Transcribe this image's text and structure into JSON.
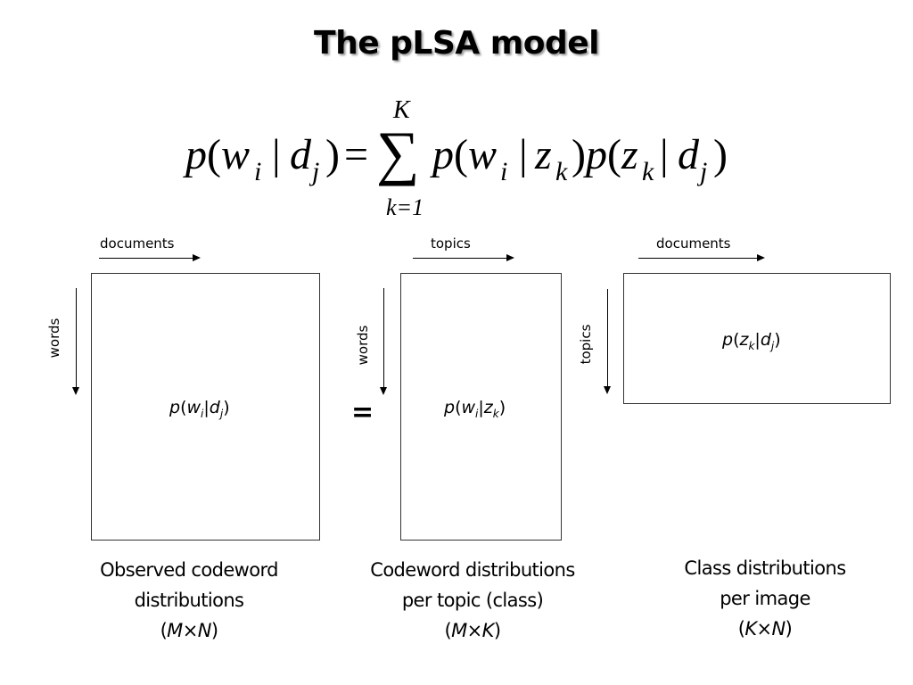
{
  "slide": {
    "title": "The pLSA model",
    "equation": {
      "lhs": "p(w_i | d_j)",
      "equals": "=",
      "sum_upper": "K",
      "sum_lower": "k=1",
      "sum_symbol": "∑",
      "rhs": "p(w_i | z_k) p(z_k | d_j)",
      "tokens": {
        "p": "p",
        "open": "(",
        "close": ")",
        "bar": "|",
        "w": "w",
        "d": "d",
        "z": "z",
        "i": "i",
        "j": "j",
        "k": "k"
      }
    },
    "matrices": [
      {
        "id": "observed",
        "top_label": "documents",
        "side_label": "words",
        "formula": {
          "p": "p",
          "a": "w",
          "a_sub": "i",
          "b": "d",
          "b_sub": "j"
        },
        "caption": [
          "Observed codeword",
          "distributions"
        ],
        "dims": {
          "a": "M",
          "x": "×",
          "b": "N"
        }
      },
      {
        "id": "codeword-per-topic",
        "top_label": "topics",
        "side_label": "words",
        "formula": {
          "p": "p",
          "a": "w",
          "a_sub": "i",
          "b": "z",
          "b_sub": "k"
        },
        "caption": [
          "Codeword distributions",
          "per topic (class)"
        ],
        "dims": {
          "a": "M",
          "x": "×",
          "b": "K"
        }
      },
      {
        "id": "class-per-image",
        "top_label": "documents",
        "side_label": "topics",
        "formula": {
          "p": "p",
          "a": "z",
          "a_sub": "k",
          "b": "d",
          "b_sub": "j"
        },
        "caption": [
          "Class distributions",
          "per image"
        ],
        "dims": {
          "a": "K",
          "x": "×",
          "b": "N"
        }
      }
    ],
    "equals_sign": "="
  }
}
